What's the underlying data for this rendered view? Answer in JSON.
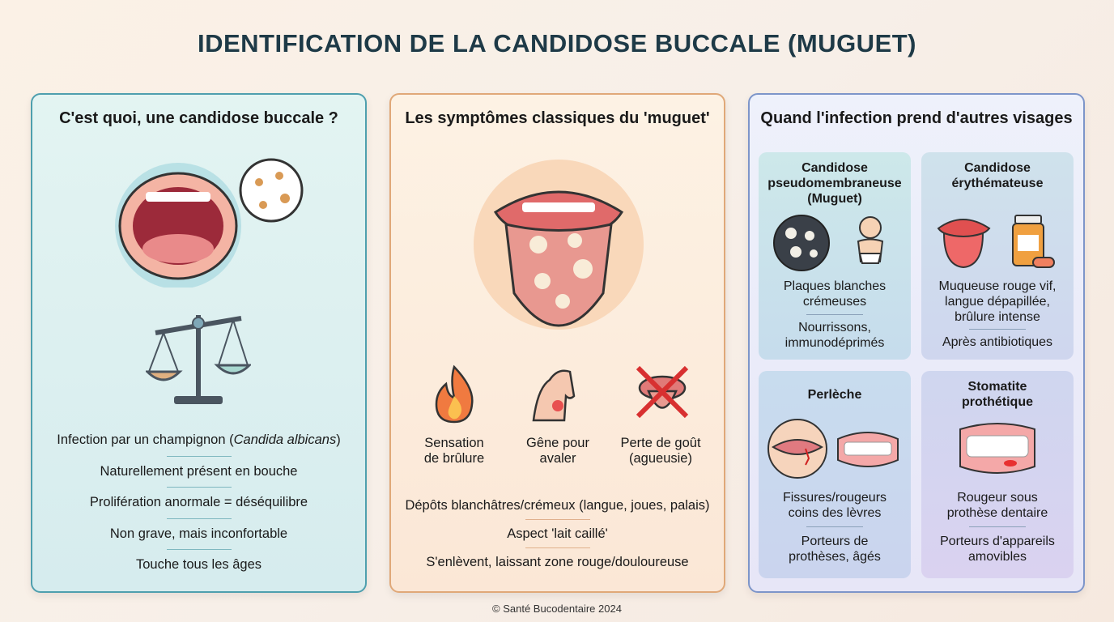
{
  "title": "IDENTIFICATION DE LA CANDIDOSE BUCCALE (MUGUET)",
  "panel1": {
    "heading": "C'est quoi, une candidose buccale ?",
    "item1_prefix": "Infection par un champignon (",
    "item1_italic": "Candida albicans",
    "item1_suffix": ")",
    "items": [
      "Naturellement présent en bouche",
      "Prolifération anormale = déséquilibre",
      "Non grave, mais inconfortable",
      "Touche tous les âges"
    ],
    "icons": [
      "open-mouth-icon",
      "microbes-icon",
      "balance-scale-icon"
    ]
  },
  "panel2": {
    "heading": "Les symptômes classiques du 'muguet'",
    "symptoms": [
      {
        "l1": "Sensation",
        "l2": "de brûlure",
        "icon": "flame-icon"
      },
      {
        "l1": "Gêne pour",
        "l2": "avaler",
        "icon": "throat-icon"
      },
      {
        "l1": "Perte de goût",
        "l2": "(agueusie)",
        "icon": "no-taste-icon"
      }
    ],
    "items": [
      "Dépôts blanchâtres/crémeux (langue, joues, palais)",
      "Aspect 'lait caillé'",
      "S'enlèvent, laissant zone rouge/douloureuse"
    ]
  },
  "panel3": {
    "heading": "Quand l'infection prend d'autres visages",
    "cards": [
      {
        "t1": "Candidose",
        "t2": "pseudomembraneuse",
        "t3": "(Muguet)",
        "d1": "Plaques blanches",
        "d2": "crémeuses",
        "w1": "Nourrissons,",
        "w2": "immunodéprimés"
      },
      {
        "t1": "Candidose",
        "t2": "érythémateuse",
        "d1": "Muqueuse rouge vif,",
        "d2": "langue dépapillée,",
        "d3": "brûlure intense",
        "w1": "Après antibiotiques"
      },
      {
        "t1": "Perlèche",
        "d1": "Fissures/rougeurs",
        "d2": "coins des lèvres",
        "w1": "Porteurs de",
        "w2": "prothèses, âgés"
      },
      {
        "t1": "Stomatite",
        "t2": "prothétique",
        "d1": "Rougeur sous",
        "d2": "prothèse dentaire",
        "w1": "Porteurs d'appareils",
        "w2": "amovibles"
      }
    ]
  },
  "footer": "© Santé Bucodentaire 2024",
  "colors": {
    "title": "#1e3a47",
    "panel1_border": "#4e9fae",
    "panel2_border": "#e0a878",
    "panel3_border": "#7d95c9"
  }
}
